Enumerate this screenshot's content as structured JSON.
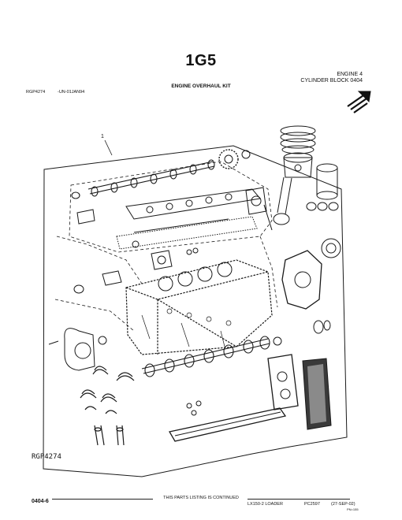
{
  "header": {
    "page_code": "1G5",
    "section": "ENGINE    4",
    "subsection": "CYLINDER BLOCK  0404",
    "kit_title": "ENGINE OVERHAUL KIT",
    "ref_left": "RGP4274",
    "ref_date": "-UN-01JAN94"
  },
  "figure": {
    "callout": "1",
    "label": "RGP4274",
    "icon": "arrow-icon"
  },
  "footer": {
    "page_num": "0404-6",
    "continued": "THIS PARTS LISTING IS CONTINUED",
    "model": "LX150-2 LOADER",
    "pc": "PC2597",
    "date": "(27-SEP-02)",
    "small_code": "PN=155"
  }
}
